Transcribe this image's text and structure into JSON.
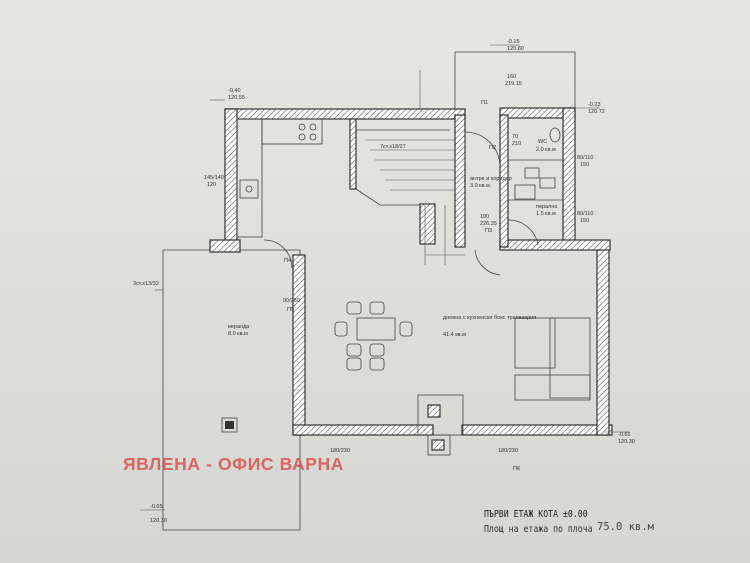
{
  "watermark": "ЯВЛЕНА - ОФИС ВАРНА",
  "title_block": {
    "title": "ПЪРВИ ЕТАЖ КОТА ±0.00",
    "area_label": "Площ на етажа по плоча",
    "area_value": "75.0 кв.м"
  },
  "rooms": {
    "veranda": {
      "name": "веранда",
      "area": "8.0 кв.м"
    },
    "living": {
      "name": "дневна с кухненски бокс трапезария",
      "area": "41.4 кв.м"
    },
    "entry": {
      "name": "антре и коридор",
      "area": "3.9 кв.м"
    },
    "wc": {
      "name": "WC",
      "area": "2.0 кв.м"
    },
    "laundry": {
      "name": "перално",
      "area": "1.5 кв.м"
    },
    "stair": {
      "name": "7ст.х18/27"
    }
  },
  "levels": {
    "l1": "-0.40",
    "l1b": "120.55",
    "l2": "-0.15",
    "l2b": "120.80",
    "l3": "-0.23",
    "l3b": "120.72",
    "l4": "-0.65",
    "l4b": "120.30",
    "l5": "-0.65",
    "l5b": "120.30"
  },
  "openings": {
    "o1": "145/140",
    "o2": "120",
    "o3": "80/110",
    "o4": "150",
    "o5": "80/110",
    "o6": "150",
    "o7": "180/230",
    "o8": "180/230",
    "o9": "160",
    "o10": "219.15",
    "o11": "100",
    "o12": "226.35",
    "o13": "3ст.х13/32",
    "o14": "90/250",
    "o15": "70",
    "o16": "210"
  },
  "marks": {
    "p1": "П1",
    "p2": "П2",
    "p3": "П3",
    "p4": "П4",
    "p5": "П5",
    "p6": "П6"
  }
}
